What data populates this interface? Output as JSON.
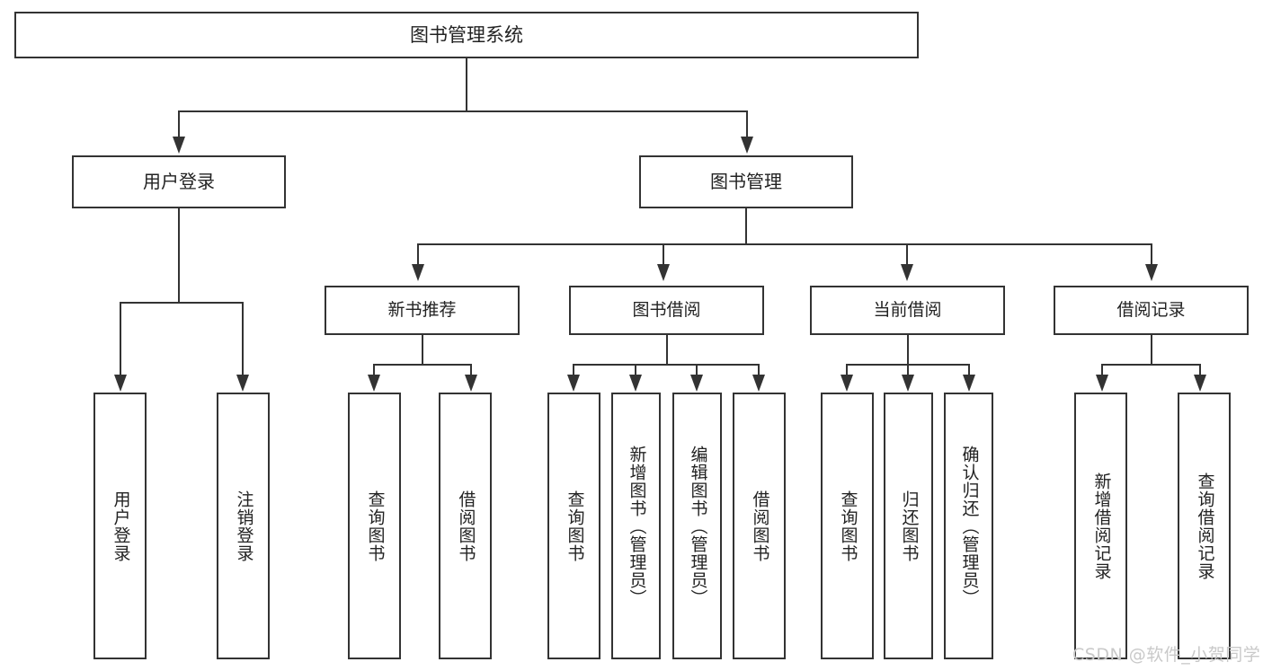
{
  "diagram": {
    "title": "图书管理系统",
    "type": "hierarchy-tree",
    "watermark": "CSDN @软件_小贺同学",
    "colors": {
      "stroke": "#333333",
      "fill": "#ffffff",
      "text": "#222222",
      "watermark": "#c9c9c9"
    },
    "nodes": {
      "root": {
        "label": "图书管理系统",
        "level": 1
      },
      "level2": [
        {
          "id": "user-login",
          "label": "用户登录"
        },
        {
          "id": "book-manage",
          "label": "图书管理"
        }
      ],
      "level3": [
        {
          "id": "new-book-recommend",
          "label": "新书推荐",
          "parent": "book-manage"
        },
        {
          "id": "book-borrow",
          "label": "图书借阅",
          "parent": "book-manage"
        },
        {
          "id": "current-borrow",
          "label": "当前借阅",
          "parent": "book-manage"
        },
        {
          "id": "borrow-record",
          "label": "借阅记录",
          "parent": "book-manage"
        }
      ],
      "leaves": [
        {
          "id": "leaf-user-login",
          "label": "用户登录",
          "parent": "user-login"
        },
        {
          "id": "leaf-user-logout",
          "label": "注销登录",
          "parent": "user-login"
        },
        {
          "id": "leaf-query-book-1",
          "label": "查询图书",
          "parent": "new-book-recommend"
        },
        {
          "id": "leaf-borrow-book-1",
          "label": "借阅图书",
          "parent": "new-book-recommend"
        },
        {
          "id": "leaf-query-book-2",
          "label": "查询图书",
          "parent": "book-borrow"
        },
        {
          "id": "leaf-add-book",
          "label": "新增图书（管理员）",
          "parent": "book-borrow"
        },
        {
          "id": "leaf-edit-book",
          "label": "编辑图书（管理员）",
          "parent": "book-borrow"
        },
        {
          "id": "leaf-borrow-book-2",
          "label": "借阅图书",
          "parent": "book-borrow"
        },
        {
          "id": "leaf-query-book-3",
          "label": "查询图书",
          "parent": "current-borrow"
        },
        {
          "id": "leaf-return-book",
          "label": "归还图书",
          "parent": "current-borrow"
        },
        {
          "id": "leaf-confirm-return",
          "label": "确认归还（管理员）",
          "parent": "current-borrow"
        },
        {
          "id": "leaf-add-record",
          "label": "新增借阅记录",
          "parent": "borrow-record"
        },
        {
          "id": "leaf-query-record",
          "label": "查询借阅记录",
          "parent": "borrow-record"
        }
      ]
    }
  }
}
